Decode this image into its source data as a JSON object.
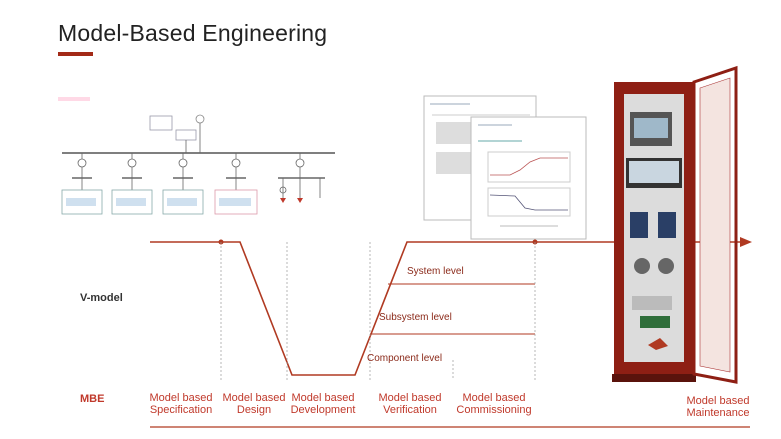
{
  "title": "Model-Based Engineering",
  "vmodel_label": "V-model",
  "mbe_label": "MBE",
  "levels": {
    "system": "System level",
    "subsystem": "Subsystem level",
    "component": "Component level"
  },
  "phases": [
    {
      "line1": "Model based",
      "line2": "Specification"
    },
    {
      "line1": "Model based",
      "line2": "Design"
    },
    {
      "line1": "Model based",
      "line2": "Development"
    },
    {
      "line1": "Model based",
      "line2": "Verification"
    },
    {
      "line1": "Model based",
      "line2": "Commissioning"
    },
    {
      "line1": "Model based",
      "line2": "Maintenance"
    }
  ],
  "colors": {
    "accent": "#a32a17",
    "line": "#b03a22",
    "text": "#c0392b",
    "cabinet": "#8e1f14"
  }
}
